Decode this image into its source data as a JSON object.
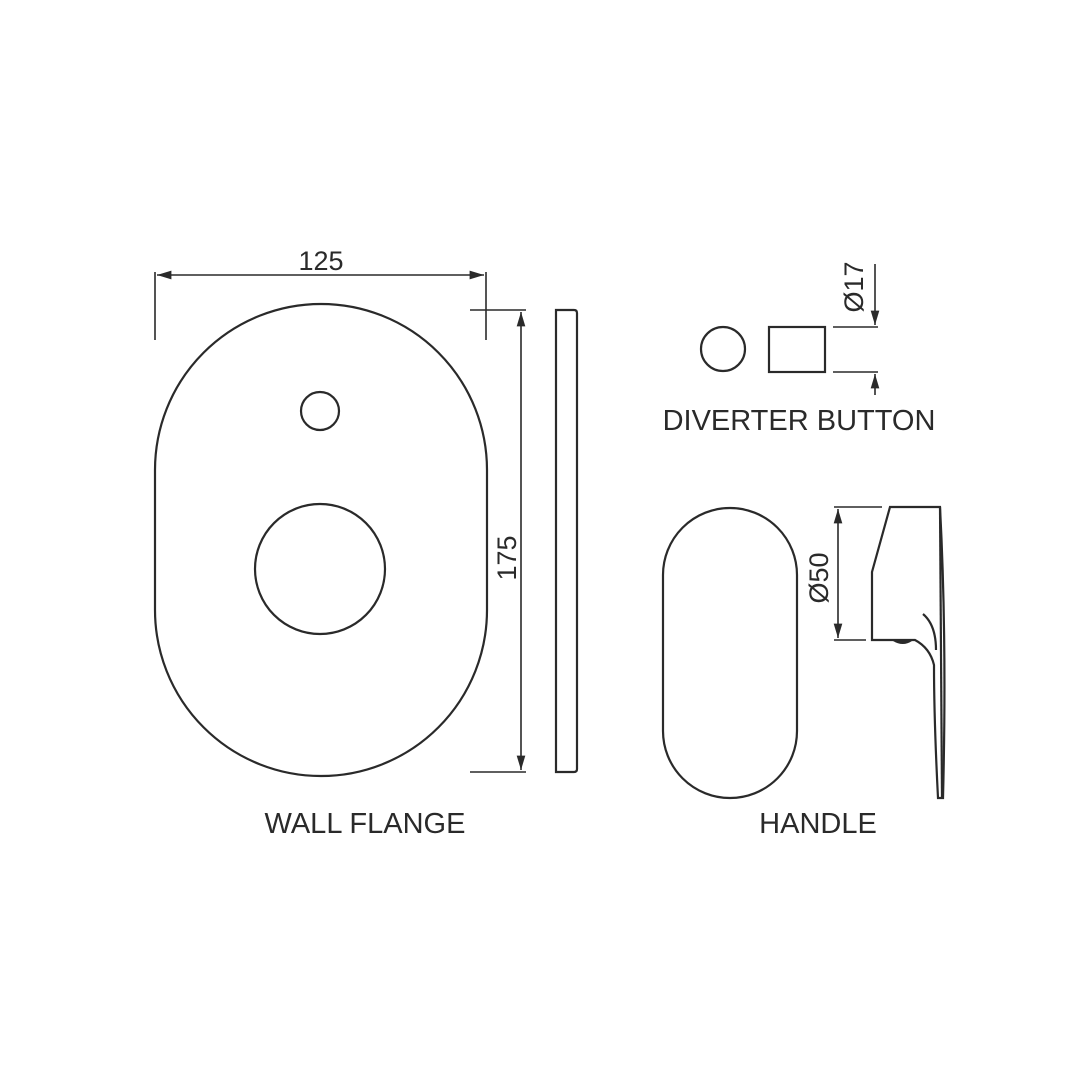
{
  "drawing": {
    "wall_flange": {
      "label": "WALL FLANGE",
      "width_dim": "125",
      "height_dim": "175"
    },
    "diverter_button": {
      "label": "DIVERTER BUTTON",
      "diameter_dim": "Ø17"
    },
    "handle": {
      "label": "HANDLE",
      "diameter_dim": "Ø50"
    },
    "colors": {
      "line": "#2a2a2a",
      "background": "#ffffff"
    }
  }
}
